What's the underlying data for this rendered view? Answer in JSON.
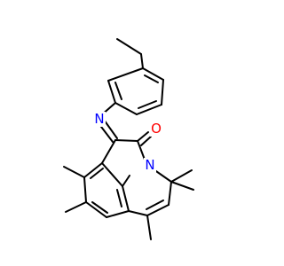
{
  "atoms": [
    {
      "id": "O",
      "label": "O",
      "color": "#ff0000"
    },
    {
      "id": "N_imine",
      "label": "N",
      "color": "#0000ff"
    },
    {
      "id": "N_ring",
      "label": "N",
      "color": "#0000ff"
    }
  ],
  "colors": {
    "bond": "#000000",
    "oxygen": "#ff0000",
    "nitrogen": "#0000ff",
    "background": "#ffffff"
  }
}
